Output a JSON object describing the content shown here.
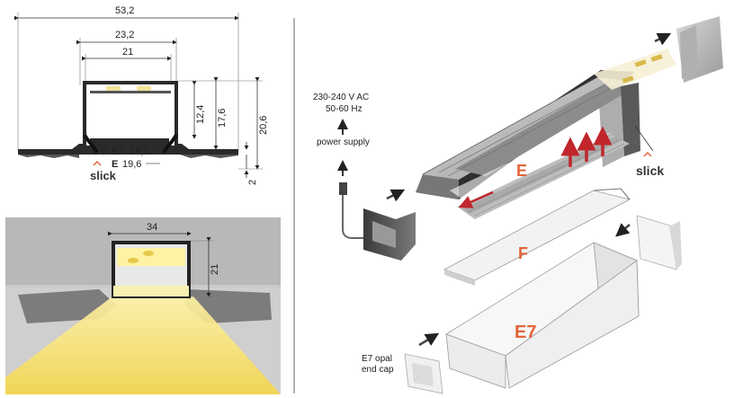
{
  "cross_section": {
    "dim_overall_width": "53,2",
    "dim_outer_width": "23,2",
    "dim_inner_width": "21",
    "dim_inner_height": "12,4",
    "dim_mid_height": "17,6",
    "dim_total_height": "20,6",
    "dim_flange": "2",
    "label_F": "F",
    "label_E7": "E7",
    "value_F_E7": "16,1",
    "label_E": "E",
    "value_E": "19,6",
    "brand": "slick"
  },
  "render": {
    "dim_width": "34",
    "dim_height": "21"
  },
  "exploded": {
    "voltage_line1": "230-240 V AC",
    "voltage_line2": "50-60 Hz",
    "power_label": "power supply",
    "part_E": "E",
    "part_F": "F",
    "part_E7": "E7",
    "end_cap_line1": "E7 opal",
    "end_cap_line2": "end cap",
    "brand": "slick"
  },
  "colors": {
    "accent": "#e2643a",
    "arrow_red": "#c0262b",
    "led_yellow": "#f2e39a"
  }
}
